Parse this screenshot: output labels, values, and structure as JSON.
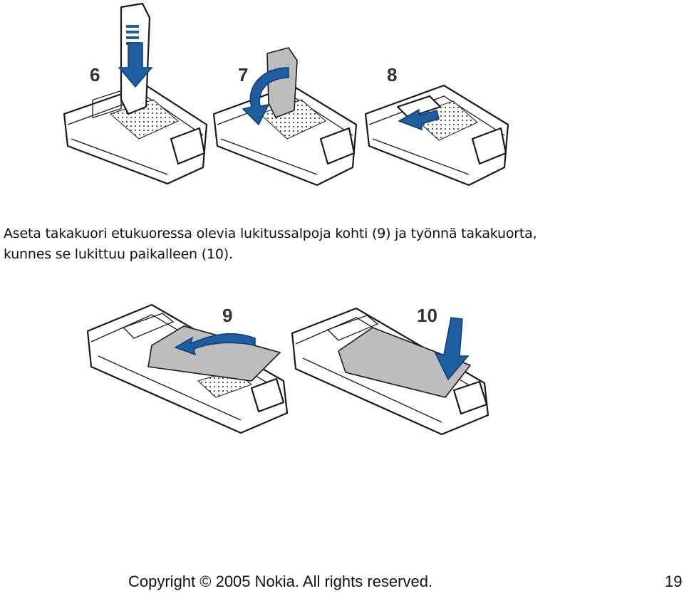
{
  "steps": {
    "step6": "6",
    "step7": "7",
    "step8": "8",
    "step9": "9",
    "step10": "10"
  },
  "instruction": {
    "line1": "Aseta takakuori etukuoressa olevia lukitussalpoja kohti (9) ja työnnä takakuorta,",
    "line2": "kunnes se lukittuu paikalleen (10)."
  },
  "footer": {
    "copyright": "Copyright © 2005 Nokia. All rights reserved.",
    "page_number": "19"
  },
  "icons": [
    "sim-insert-illustration",
    "sim-close-illustration",
    "sim-lock-illustration",
    "back-cover-slide-illustration",
    "back-cover-press-illustration"
  ],
  "colors": {
    "arrow": "#1f5fa0",
    "cover_gray": "#bdbdbd"
  }
}
